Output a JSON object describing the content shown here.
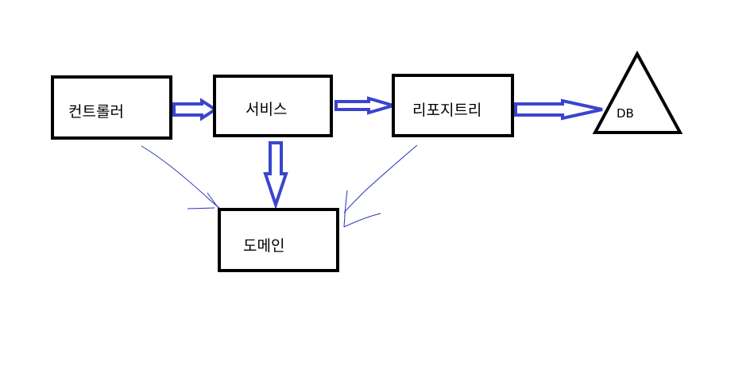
{
  "nodes": {
    "controller": "컨트롤러",
    "service": "서비스",
    "repository": "리포지트리",
    "domain": "도메인",
    "db": "DB"
  },
  "colors": {
    "arrow": "#3a45cc",
    "sketch": "#2a32b8",
    "box": "#000000"
  }
}
